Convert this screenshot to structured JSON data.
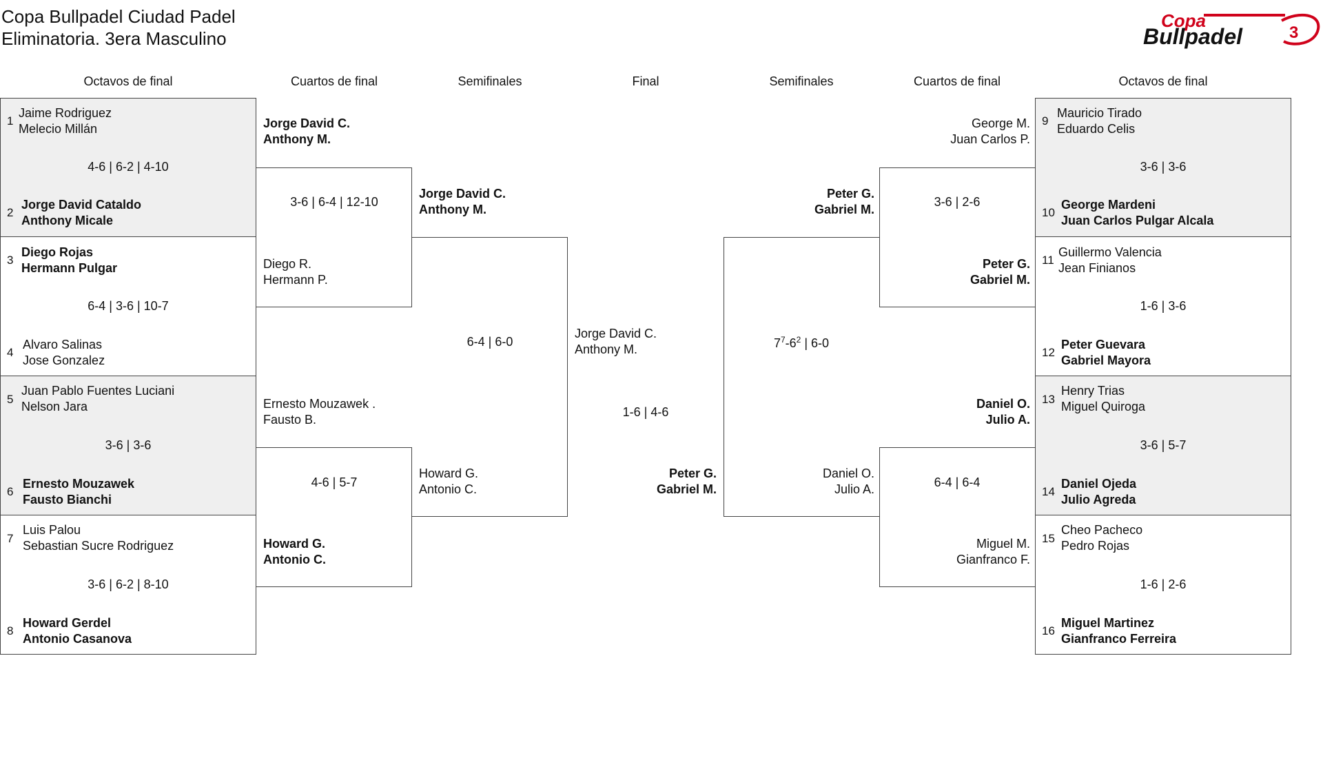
{
  "title": {
    "line1": "Copa Bullpadel Ciudad Padel",
    "line2": "Eliminatoria. 3era Masculino"
  },
  "logo": {
    "line1": "Copa",
    "line2": "Bullpadel",
    "color": "#d0021b"
  },
  "columns": {
    "octavos_left": "Octavos de final",
    "cuartos_left": "Cuartos de final",
    "semis_left": "Semifinales",
    "final": "Final",
    "semis_right": "Semifinales",
    "cuartos_right": "Cuartos de final",
    "octavos_right": "Octavos de final"
  },
  "octavos_left": [
    {
      "top": {
        "seed": "1",
        "p1": "Jaime Rodriguez",
        "p2": "Melecio Millán"
      },
      "score": "4-6 | 6-2 | 4-10",
      "bottom": {
        "seed": "2",
        "p1": "Jorge David Cataldo",
        "p2": "Anthony Micale"
      }
    },
    {
      "top": {
        "seed": "3",
        "p1": "Diego Rojas",
        "p2": "Hermann Pulgar"
      },
      "score": "6-4 | 3-6 | 10-7",
      "bottom": {
        "seed": "4",
        "p1": "Alvaro Salinas",
        "p2": "Jose Gonzalez"
      }
    },
    {
      "top": {
        "seed": "5",
        "p1": "Juan Pablo Fuentes Luciani",
        "p2": "Nelson Jara"
      },
      "score": "3-6 | 3-6",
      "bottom": {
        "seed": "6",
        "p1": "Ernesto Mouzawek",
        "p2": "Fausto Bianchi"
      }
    },
    {
      "top": {
        "seed": "7",
        "p1": "Luis Palou",
        "p2": "Sebastian Sucre Rodriguez"
      },
      "score": "3-6 | 6-2 | 8-10",
      "bottom": {
        "seed": "8",
        "p1": "Howard Gerdel",
        "p2": "Antonio Casanova"
      }
    }
  ],
  "cuartos_left": [
    {
      "top": {
        "p1": "Jorge David C.",
        "p2": "Anthony M."
      },
      "score": "3-6 | 6-4 | 12-10",
      "bottom": {
        "p1": "Diego R.",
        "p2": "Hermann P."
      }
    },
    {
      "top": {
        "p1": "Ernesto Mouzawek .",
        "p2": "Fausto B."
      },
      "score": "4-6 | 5-7",
      "bottom": {
        "p1": "Howard G.",
        "p2": "Antonio C."
      }
    }
  ],
  "semis_left": {
    "top": {
      "p1": "Jorge David C.",
      "p2": "Anthony M."
    },
    "score": "6-4 | 6-0",
    "bottom": {
      "p1": "Howard G.",
      "p2": "Antonio C."
    }
  },
  "final": {
    "left": {
      "p1": "Jorge David C.",
      "p2": "Anthony M."
    },
    "score": "1-6 | 4-6",
    "right": {
      "p1": "Peter G.",
      "p2": "Gabriel M."
    }
  },
  "semis_right": {
    "top": {
      "p1": "Peter G.",
      "p2": "Gabriel M."
    },
    "score_base1": "7",
    "score_sup1": "7",
    "score_base2": "-6",
    "score_sup2": "2",
    "score_rest": " | 6-0",
    "bottom": {
      "p1": "Daniel O.",
      "p2": "Julio A."
    }
  },
  "cuartos_right": [
    {
      "top": {
        "p1": "George M.",
        "p2": "Juan Carlos P."
      },
      "score": "3-6 | 2-6",
      "bottom": {
        "p1": "Peter G.",
        "p2": "Gabriel M."
      }
    },
    {
      "top": {
        "p1": "Daniel O.",
        "p2": "Julio A."
      },
      "score": "6-4 | 6-4",
      "bottom": {
        "p1": "Miguel M.",
        "p2": "Gianfranco F."
      }
    }
  ],
  "octavos_right": [
    {
      "top": {
        "seed": "9",
        "p1": "Mauricio Tirado",
        "p2": "Eduardo Celis"
      },
      "score": "3-6 | 3-6",
      "bottom": {
        "seed": "10",
        "p1": "George Mardeni",
        "p2": "Juan Carlos Pulgar Alcala"
      }
    },
    {
      "top": {
        "seed": "11",
        "p1": "Guillermo Valencia",
        "p2": "Jean Finianos"
      },
      "score": "1-6 | 3-6",
      "bottom": {
        "seed": "12",
        "p1": "Peter Guevara",
        "p2": "Gabriel Mayora"
      }
    },
    {
      "top": {
        "seed": "13",
        "p1": "Henry Trias",
        "p2": "Miguel Quiroga"
      },
      "score": "3-6 | 5-7",
      "bottom": {
        "seed": "14",
        "p1": "Daniel Ojeda",
        "p2": "Julio Agreda"
      }
    },
    {
      "top": {
        "seed": "15",
        "p1": "Cheo Pacheco",
        "p2": "Pedro Rojas"
      },
      "score": "1-6 | 2-6",
      "bottom": {
        "seed": "16",
        "p1": "Miguel Martinez",
        "p2": "Gianfranco Ferreira"
      }
    }
  ]
}
